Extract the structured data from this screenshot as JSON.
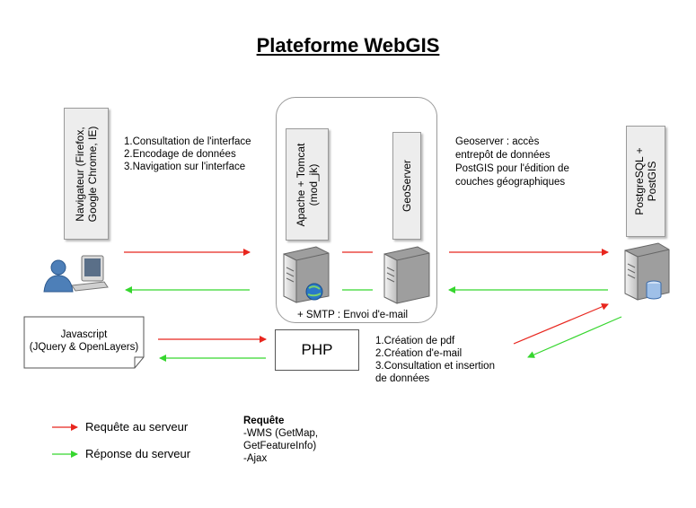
{
  "title": "Plateforme WebGIS",
  "navigator": {
    "label_line1": "Navigateur (Firefox,",
    "label_line2": "Google Chrome, IE)"
  },
  "apache": {
    "label_line1": "Apache + Tomcat",
    "label_line2": "(mod_jk)"
  },
  "geoserver": {
    "label": "GeoServer"
  },
  "postgres": {
    "label_line1": "PostgreSQL +",
    "label_line2": "PostGIS"
  },
  "client_steps": [
    "1.Consultation de l'interface",
    "2.Encodage de données",
    "3.Navigation sur l'interface"
  ],
  "geoserver_note": [
    "Geoserver : accès",
    "entrepôt de données",
    "PostGIS pour l'édition de",
    "couches géographiques"
  ],
  "smtp_note": "+ SMTP : Envoi d'e-mail",
  "javascript_doc": {
    "line1": "Javascript",
    "line2": "(JQuery & OpenLayers)"
  },
  "php": {
    "label": "PHP"
  },
  "php_steps": [
    "1.Création de pdf",
    "2.Création d'e-mail",
    "3.Consultation et insertion",
    "de données"
  ],
  "legend": {
    "request": "Requête au serveur",
    "response": "Réponse du serveur"
  },
  "request_note": {
    "heading": "Requête",
    "lines": [
      "-WMS (GetMap,",
      "GetFeatureInfo)",
      "-Ajax"
    ]
  },
  "colors": {
    "request": "#e8261e",
    "response": "#36d62e",
    "box_fill": "#ededed"
  },
  "icons": [
    "user-computer-icon",
    "web-server-icon",
    "server-icon",
    "database-server-icon"
  ]
}
